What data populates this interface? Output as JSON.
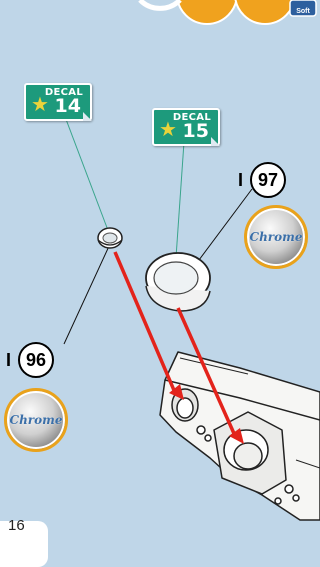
{
  "decals": [
    {
      "word": "DECAL",
      "number": "14"
    },
    {
      "word": "DECAL",
      "number": "15"
    }
  ],
  "quantities": [
    {
      "prefix": "I",
      "number": "97"
    },
    {
      "prefix": "I",
      "number": "96"
    }
  ],
  "chrome_labels": [
    "Chrome",
    "Chrome"
  ],
  "top_badges": {
    "soft_label": "Soft"
  },
  "page_number": "16",
  "colors": {
    "background": "#bfd6e8",
    "decal_green": "#1d9a7c",
    "arrow_red": "#e3231b",
    "leader_teal": "#3aa58c",
    "chrome_ring": "#e9a21b"
  }
}
